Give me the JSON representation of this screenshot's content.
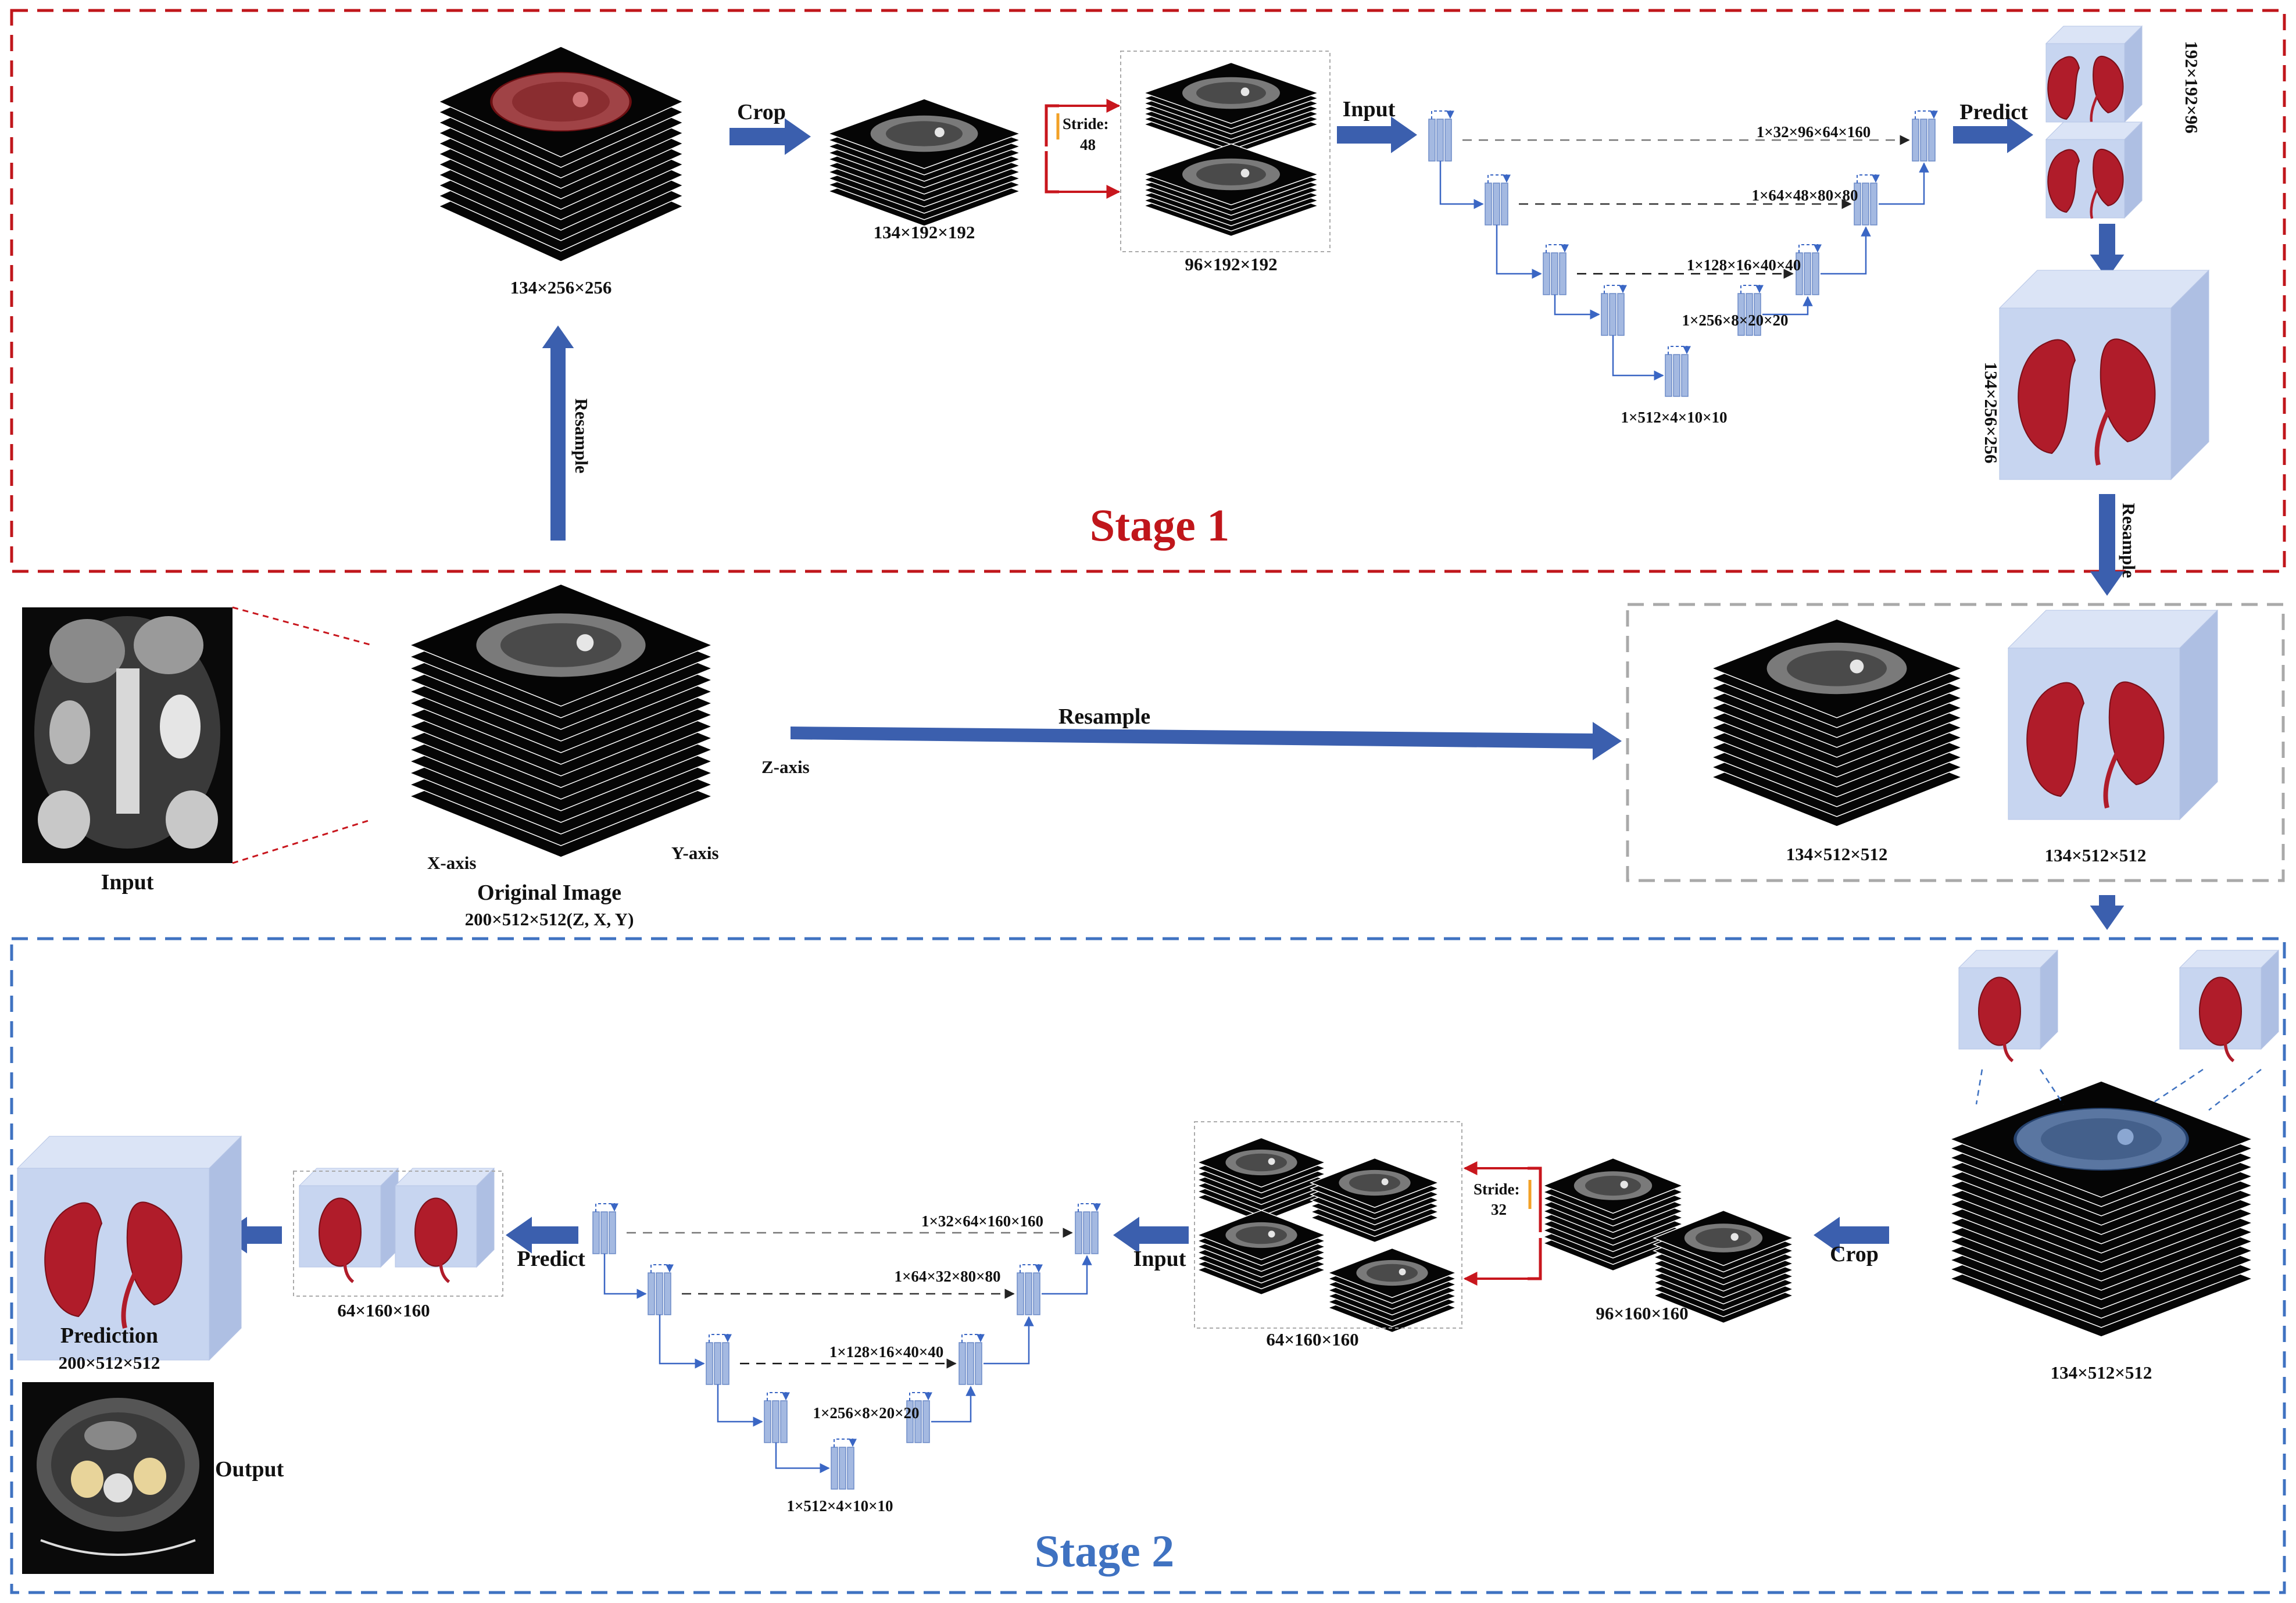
{
  "colors": {
    "stage1_border": "#c0161b",
    "stage2_border": "#3f72c1",
    "middle_border": "#a9a9a9",
    "arrow_blue": "#3b5fae",
    "unet_block": "#a4b9e1",
    "unet_line": "#3a66c4",
    "kidney_red": "#b01c2a",
    "cube_fill": "#c7d5f0",
    "bracket_red": "#c8161d",
    "stride_tick": "#f2a126"
  },
  "stage1": {
    "title": "Stage 1",
    "crop_label": "Crop",
    "stride_label": "Stride:",
    "stride_value": "48",
    "input_label": "Input",
    "predict_label": "Predict",
    "resample_up_label": "Resample",
    "resample_down_label": "Resample",
    "dims": {
      "volume": "134×256×256",
      "crop": "134×192×192",
      "patch": "96×192×192",
      "pred_patch": "192×192×96",
      "pred_full": "134×256×256"
    },
    "unet": {
      "skip1": "1×32×96×64×160",
      "skip2": "1×64×48×80×80",
      "skip3": "1×128×16×40×40",
      "skip4": "1×256×8×20×20",
      "bottleneck": "1×512×4×10×10"
    }
  },
  "middle": {
    "input_caption": "Input",
    "original_caption": "Original Image",
    "original_dims": "200×512×512(Z, X, Y)",
    "x_axis": "X-axis",
    "y_axis": "Y-axis",
    "z_axis": "Z-axis",
    "resample_label": "Resample",
    "volume_dims": "134×512×512",
    "mask_dims": "134×512×512"
  },
  "stage2": {
    "title": "Stage 2",
    "crop_label": "Crop",
    "stride_label": "Stride:",
    "stride_value": "32",
    "input_label": "Input",
    "predict_label": "Predict",
    "dims": {
      "volume": "134×512×512",
      "crop": "96×160×160",
      "patch": "64×160×160",
      "pred_patch": "64×160×160",
      "prediction_title": "Prediction",
      "prediction": "200×512×512"
    },
    "output_label": "Output",
    "unet": {
      "skip1": "1×32×64×160×160",
      "skip2": "1×64×32×80×80",
      "skip3": "1×128×16×40×40",
      "skip4": "1×256×8×20×20",
      "bottleneck": "1×512×4×10×10"
    }
  }
}
